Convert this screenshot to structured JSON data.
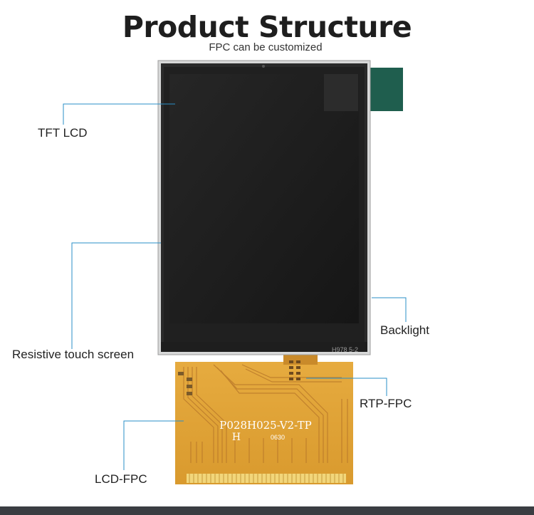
{
  "header": {
    "title": "Product Structure",
    "subtitle": "FPC can be customized"
  },
  "labels": {
    "tft_lcd": "TFT LCD",
    "resistive_touch": "Resistive touch screen",
    "backlight": "Backlight",
    "rtp_fpc": "RTP-FPC",
    "lcd_fpc": "LCD-FPC"
  },
  "product_markings": {
    "fpc_part_number": "P028H025-V2-TP",
    "fpc_code_letter": "H",
    "fpc_code_number": "0630",
    "panel_marking": "H978 5-2"
  },
  "colors": {
    "leader_line": "#2a8fc7",
    "fpc": "#e3a63a",
    "screen": "#1a1a1a",
    "backlight_tab": "#1f5e4e"
  }
}
